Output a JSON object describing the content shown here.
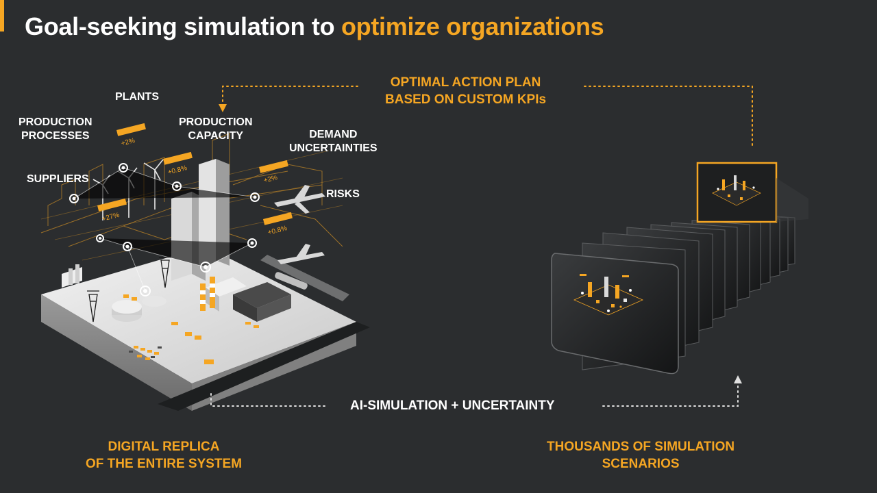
{
  "title": {
    "part1": "Goal-seeking simulation to ",
    "part2": "optimize organizations"
  },
  "labels": {
    "plants": "PLANTS",
    "production_processes": [
      "PRODUCTION",
      "PROCESSES"
    ],
    "production_capacity": [
      "PRODUCTION",
      "CAPACITY"
    ],
    "demand_uncertainties": [
      "DEMAND",
      "UNCERTAINTIES"
    ],
    "suppliers": "SUPPLIERS",
    "risks": "RISKS"
  },
  "optimal_plan": [
    "OPTIMAL ACTION PLAN",
    "BASED ON CUSTOM KPIs"
  ],
  "ai_simulation": "AI-SIMULATION + UNCERTAINTY",
  "digital_replica": [
    "DIGITAL REPLICA",
    "OF THE ENTIRE SYSTEM"
  ],
  "thousands": [
    "THOUSANDS OF SIMULATION",
    "SCENARIOS"
  ],
  "tags": [
    "+2%",
    "+0.8%",
    "+2%",
    "+27%",
    "+0.8%"
  ],
  "colors": {
    "background": "#2b2d2f",
    "accent": "#f5a623",
    "text": "#ffffff"
  }
}
